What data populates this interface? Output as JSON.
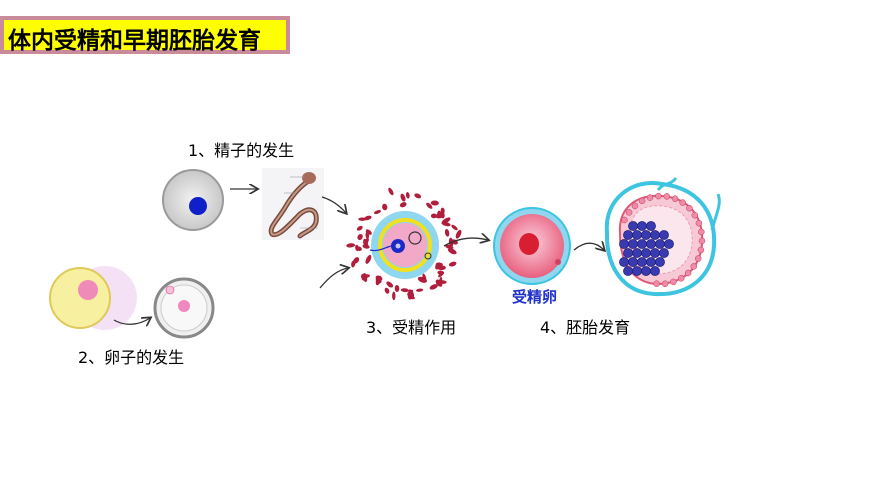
{
  "title": "体内受精和早期胚胎发育",
  "labels": {
    "sperm": "1、精子的发生",
    "egg": "2、卵子的发生",
    "fertilization": "3、受精作用",
    "embryo": "4、胚胎发育",
    "zygote": "受精卵"
  },
  "colors": {
    "title_bg": "#ffff00",
    "title_border": "#c98a9a",
    "zygote_label": "#2233cc",
    "granulosa": "#b01e3c",
    "zona": "#8fd6ef",
    "embryo_outline": "#3cc4e0",
    "inner_cell_mass": "#3a3ab0"
  }
}
